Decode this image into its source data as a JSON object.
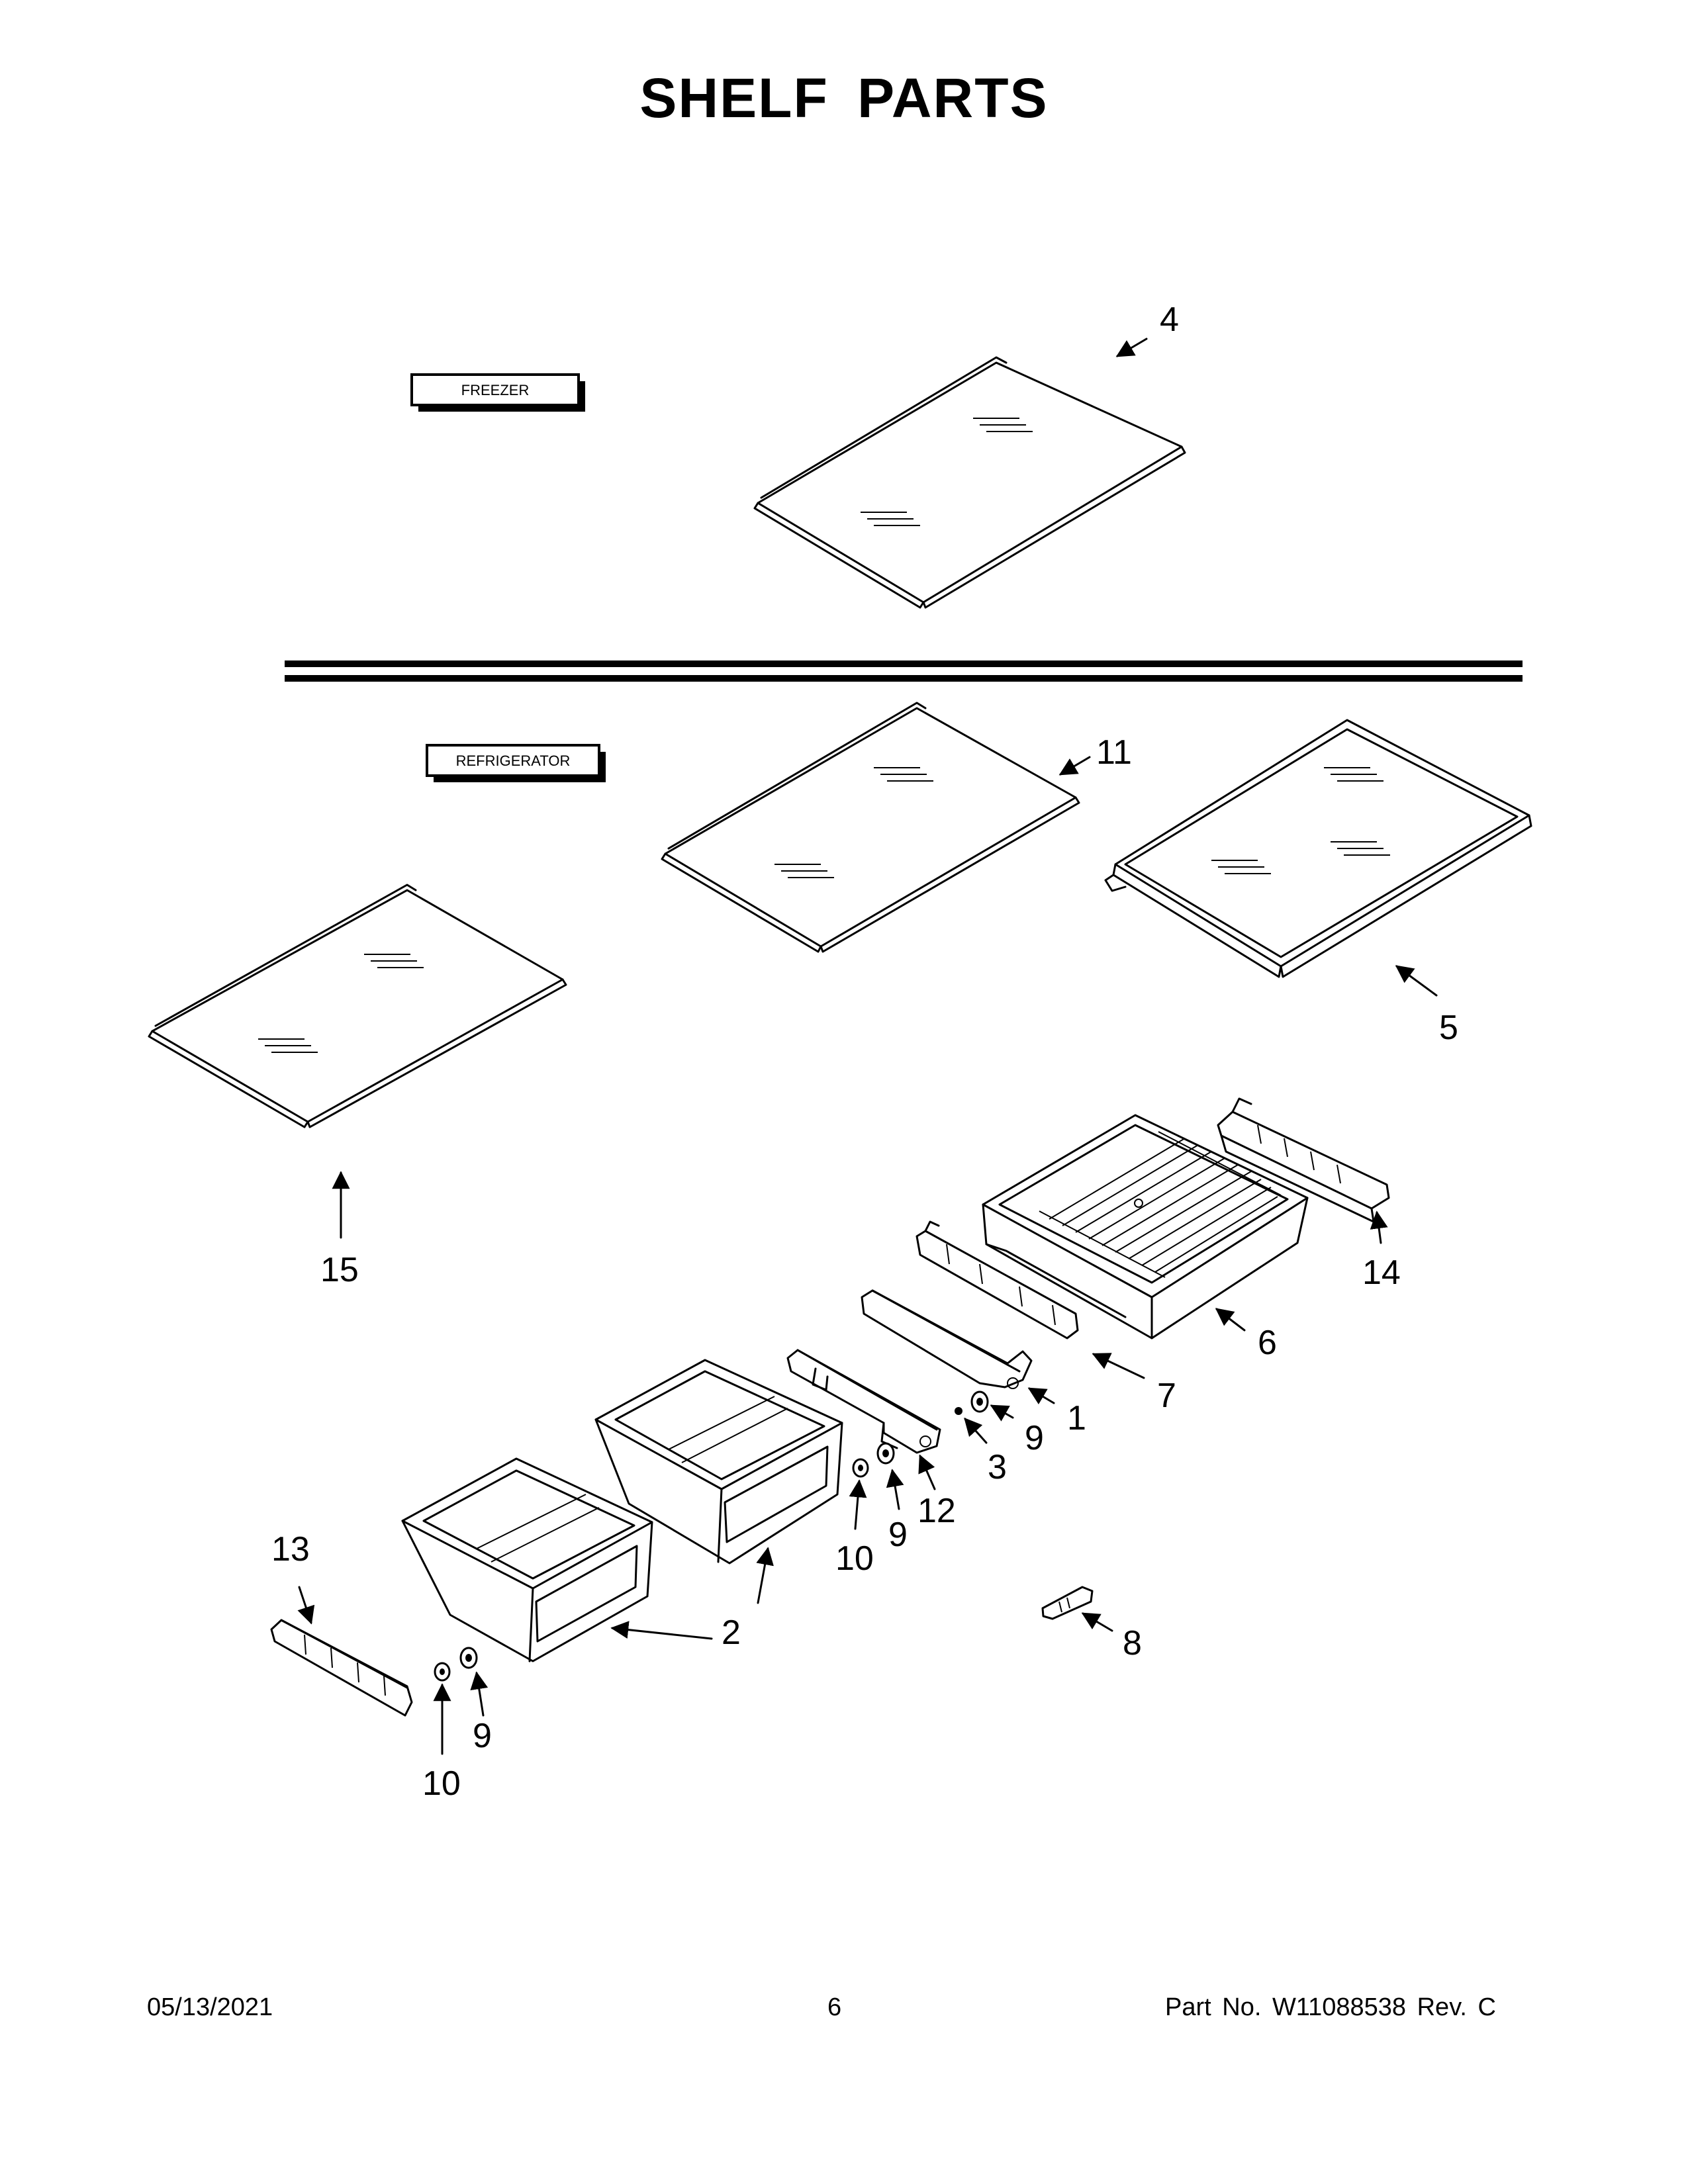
{
  "page": {
    "title": "SHELF PARTS",
    "footer": {
      "date": "05/13/2021",
      "page_number": "6",
      "part_number": "Part No.  W11088538  Rev.  C"
    }
  },
  "section_tags": {
    "freezer": "FREEZER",
    "refrigerator": "REFRIGERATOR"
  },
  "callouts": {
    "c1": "1",
    "c2": "2",
    "c3": "3",
    "c4": "4",
    "c5": "5",
    "c6": "6",
    "c7": "7",
    "c8": "8",
    "c9a": "9",
    "c9b": "9",
    "c9c": "9",
    "c10a": "10",
    "c10b": "10",
    "c11": "11",
    "c12": "12",
    "c13": "13",
    "c14": "14",
    "c15": "15"
  }
}
